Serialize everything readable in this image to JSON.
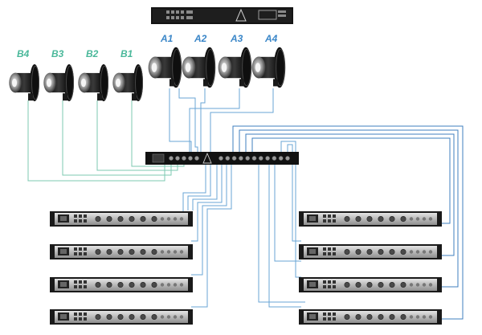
{
  "diagram": {
    "labels_a": [
      "A1",
      "A2",
      "A3",
      "A4"
    ],
    "labels_b": [
      "B4",
      "B3",
      "B2",
      "B1"
    ],
    "colors": {
      "a_label": "#3a86c8",
      "b_label": "#4ab89a",
      "wire_blue": "#6aa6d6",
      "wire_green": "#7cc9b2",
      "rack_unit": "#1a1a1a",
      "amp_panel": "#c8c8c8"
    },
    "icons": [
      "speaker-icon",
      "rack-unit-icon",
      "patch-panel-icon",
      "amplifier-icon",
      "brand-logo-icon"
    ]
  }
}
